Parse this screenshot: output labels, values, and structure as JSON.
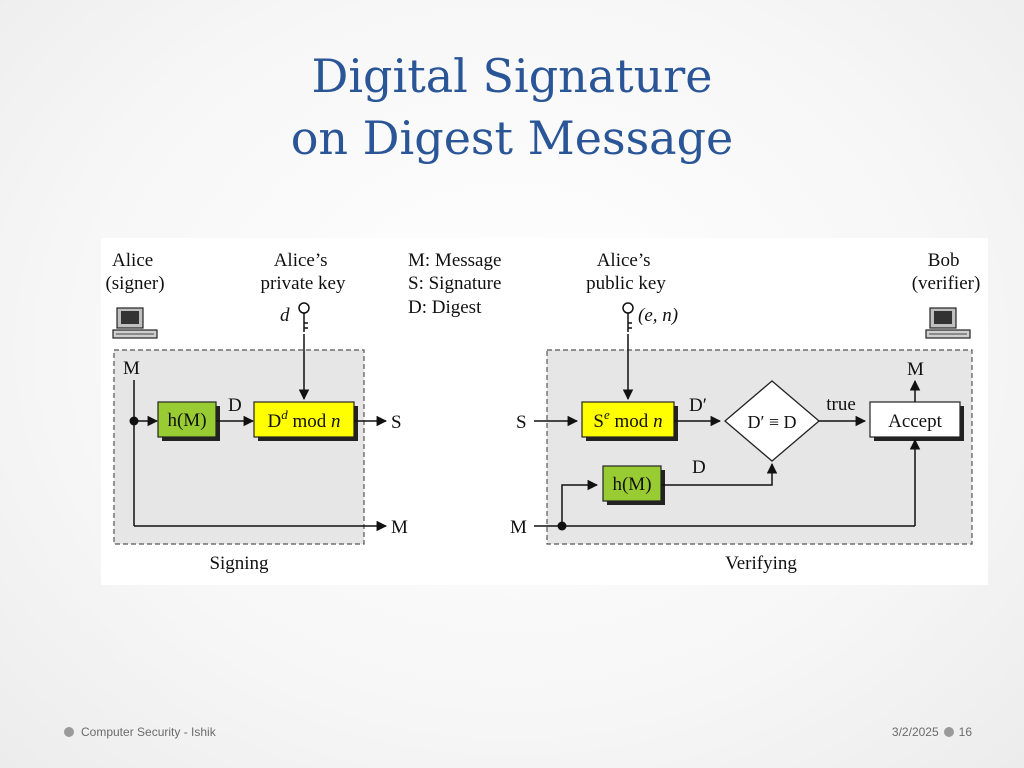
{
  "slide": {
    "title_line1": "Digital Signature",
    "title_line2": "on Digest Message",
    "footer": "Computer Security - Ishik",
    "date": "3/2/2025",
    "page_number": "16"
  },
  "diagram": {
    "alice_label": [
      "Alice",
      "(signer)"
    ],
    "alice_key_label": [
      "Alice’s",
      "private key"
    ],
    "legend": [
      "M: Message",
      "S: Signature",
      "D: Digest"
    ],
    "public_key_label": [
      "Alice’s",
      "public key"
    ],
    "bob_label": [
      "Bob",
      "(verifier)"
    ],
    "private_key_symbol": "d",
    "public_key_symbol": "(e, n)",
    "signing_hash": "h(M)",
    "sign_box_main": "D",
    "sign_box_sup": "d",
    "sign_box_mod": " mod ",
    "sign_box_n": "n",
    "verify_box_main": "S",
    "verify_box_sup": "e",
    "verify_box_mod": " mod ",
    "verify_box_n": "n",
    "verify_hash": "h(M)",
    "compare_label": "D′ ≡ D",
    "accept_label": "Accept",
    "true_label": "true",
    "m_label": "M",
    "d_label": "D",
    "d_prime_label": "D′",
    "s_label": "S",
    "signing_label": "Signing",
    "verifying_label": "Verifying"
  },
  "colors": {
    "title": "#2a5597",
    "hash_box": "#99cc33",
    "sign_box": "#ffff00",
    "region": "#e6e6e6"
  }
}
